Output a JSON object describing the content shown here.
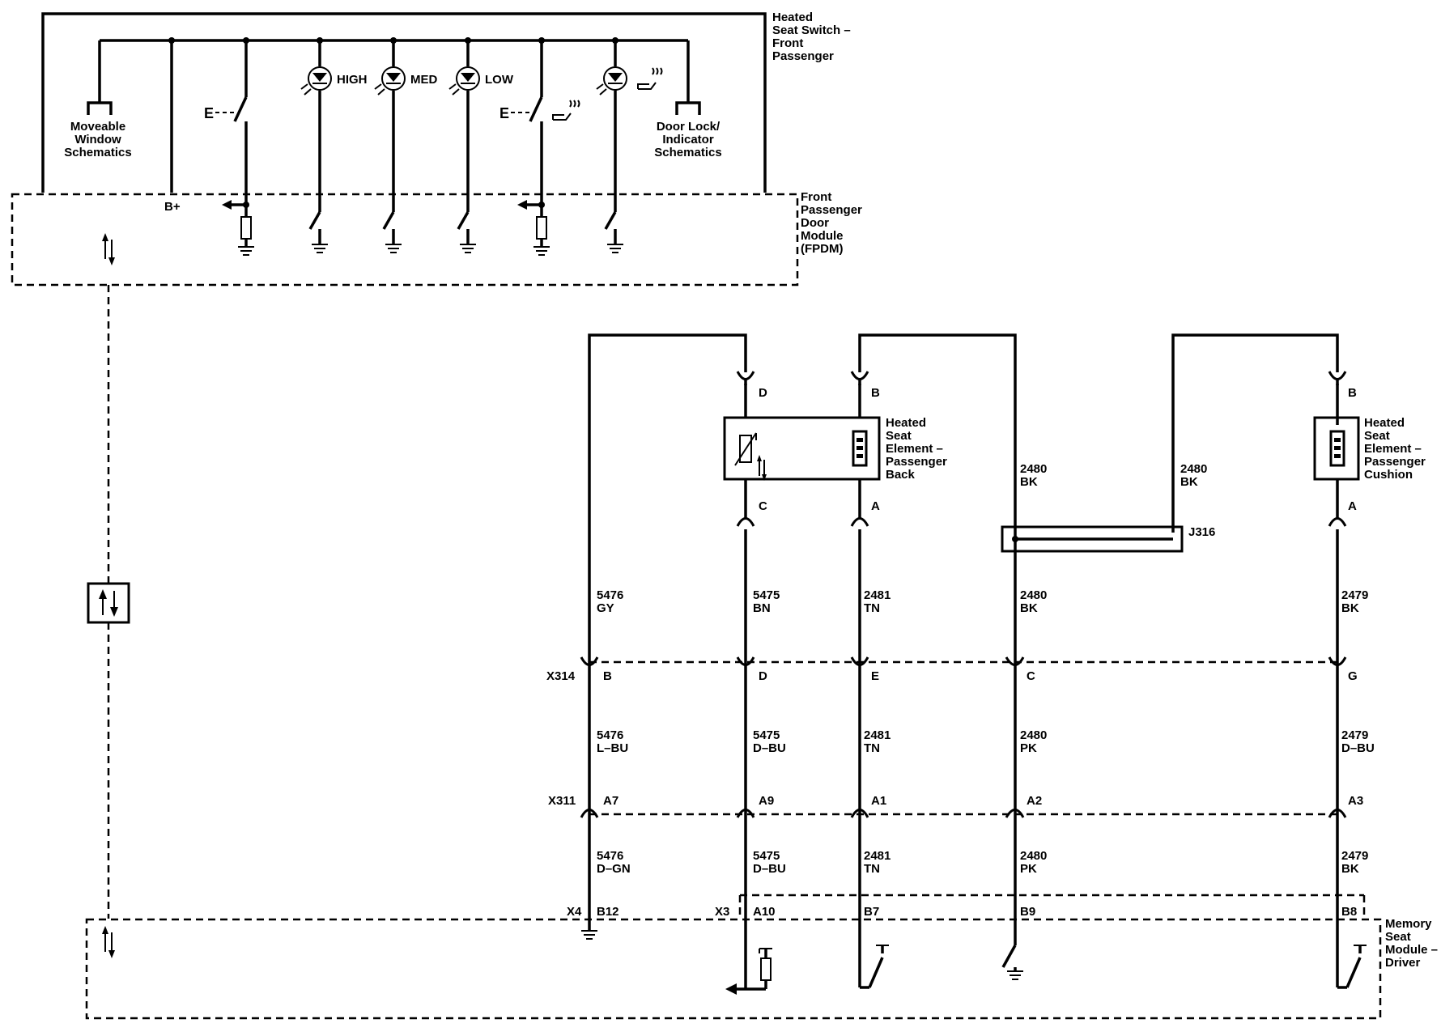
{
  "components": {
    "switch_label": [
      "Heated",
      "Seat Switch –",
      "Front",
      "Passenger"
    ],
    "fpdm_label": [
      "Front",
      "Passenger",
      "Door",
      "Module",
      "(FPDM)"
    ],
    "moveable_window": [
      "Moveable",
      "Window",
      "Schematics"
    ],
    "door_lock": [
      "Door Lock/",
      "Indicator",
      "Schematics"
    ],
    "bplus": "B+",
    "led_high": "HIGH",
    "led_med": "MED",
    "led_low": "LOW",
    "back_element_label": [
      "Heated",
      "Seat",
      "Element –",
      "Passenger",
      "Back"
    ],
    "cushion_element_label": [
      "Heated",
      "Seat",
      "Element –",
      "Passenger",
      "Cushion"
    ],
    "msm_label": [
      "Memory",
      "Seat",
      "Module –",
      "Driver"
    ],
    "splice": "J316"
  },
  "connectors": {
    "x314": "X314",
    "x311": "X311",
    "x4": "X4",
    "x3": "X3",
    "top_pins": [
      "D",
      "B",
      "B"
    ],
    "element_pins": [
      "C",
      "A",
      "A"
    ],
    "x314_pins": [
      "B",
      "D",
      "E",
      "C",
      "G"
    ],
    "x311_pins": [
      "A7",
      "A9",
      "A1",
      "A2",
      "A3"
    ],
    "msm_pins": [
      "B12",
      "A10",
      "B7",
      "B9",
      "B8"
    ]
  },
  "wires": {
    "upper_2480_left": [
      "2480",
      "BK"
    ],
    "upper_2480_right": [
      "2480",
      "BK"
    ],
    "seg1": [
      [
        "5476",
        "GY"
      ],
      [
        "5475",
        "BN"
      ],
      [
        "2481",
        "TN"
      ],
      [
        "2480",
        "BK"
      ],
      [
        "2479",
        "BK"
      ]
    ],
    "seg2": [
      [
        "5476",
        "L–BU"
      ],
      [
        "5475",
        "D–BU"
      ],
      [
        "2481",
        "TN"
      ],
      [
        "2480",
        "PK"
      ],
      [
        "2479",
        "D–BU"
      ]
    ],
    "seg3": [
      [
        "5476",
        "D–GN"
      ],
      [
        "5475",
        "D–BU"
      ],
      [
        "2481",
        "TN"
      ],
      [
        "2480",
        "PK"
      ],
      [
        "2479",
        "BK"
      ]
    ]
  }
}
